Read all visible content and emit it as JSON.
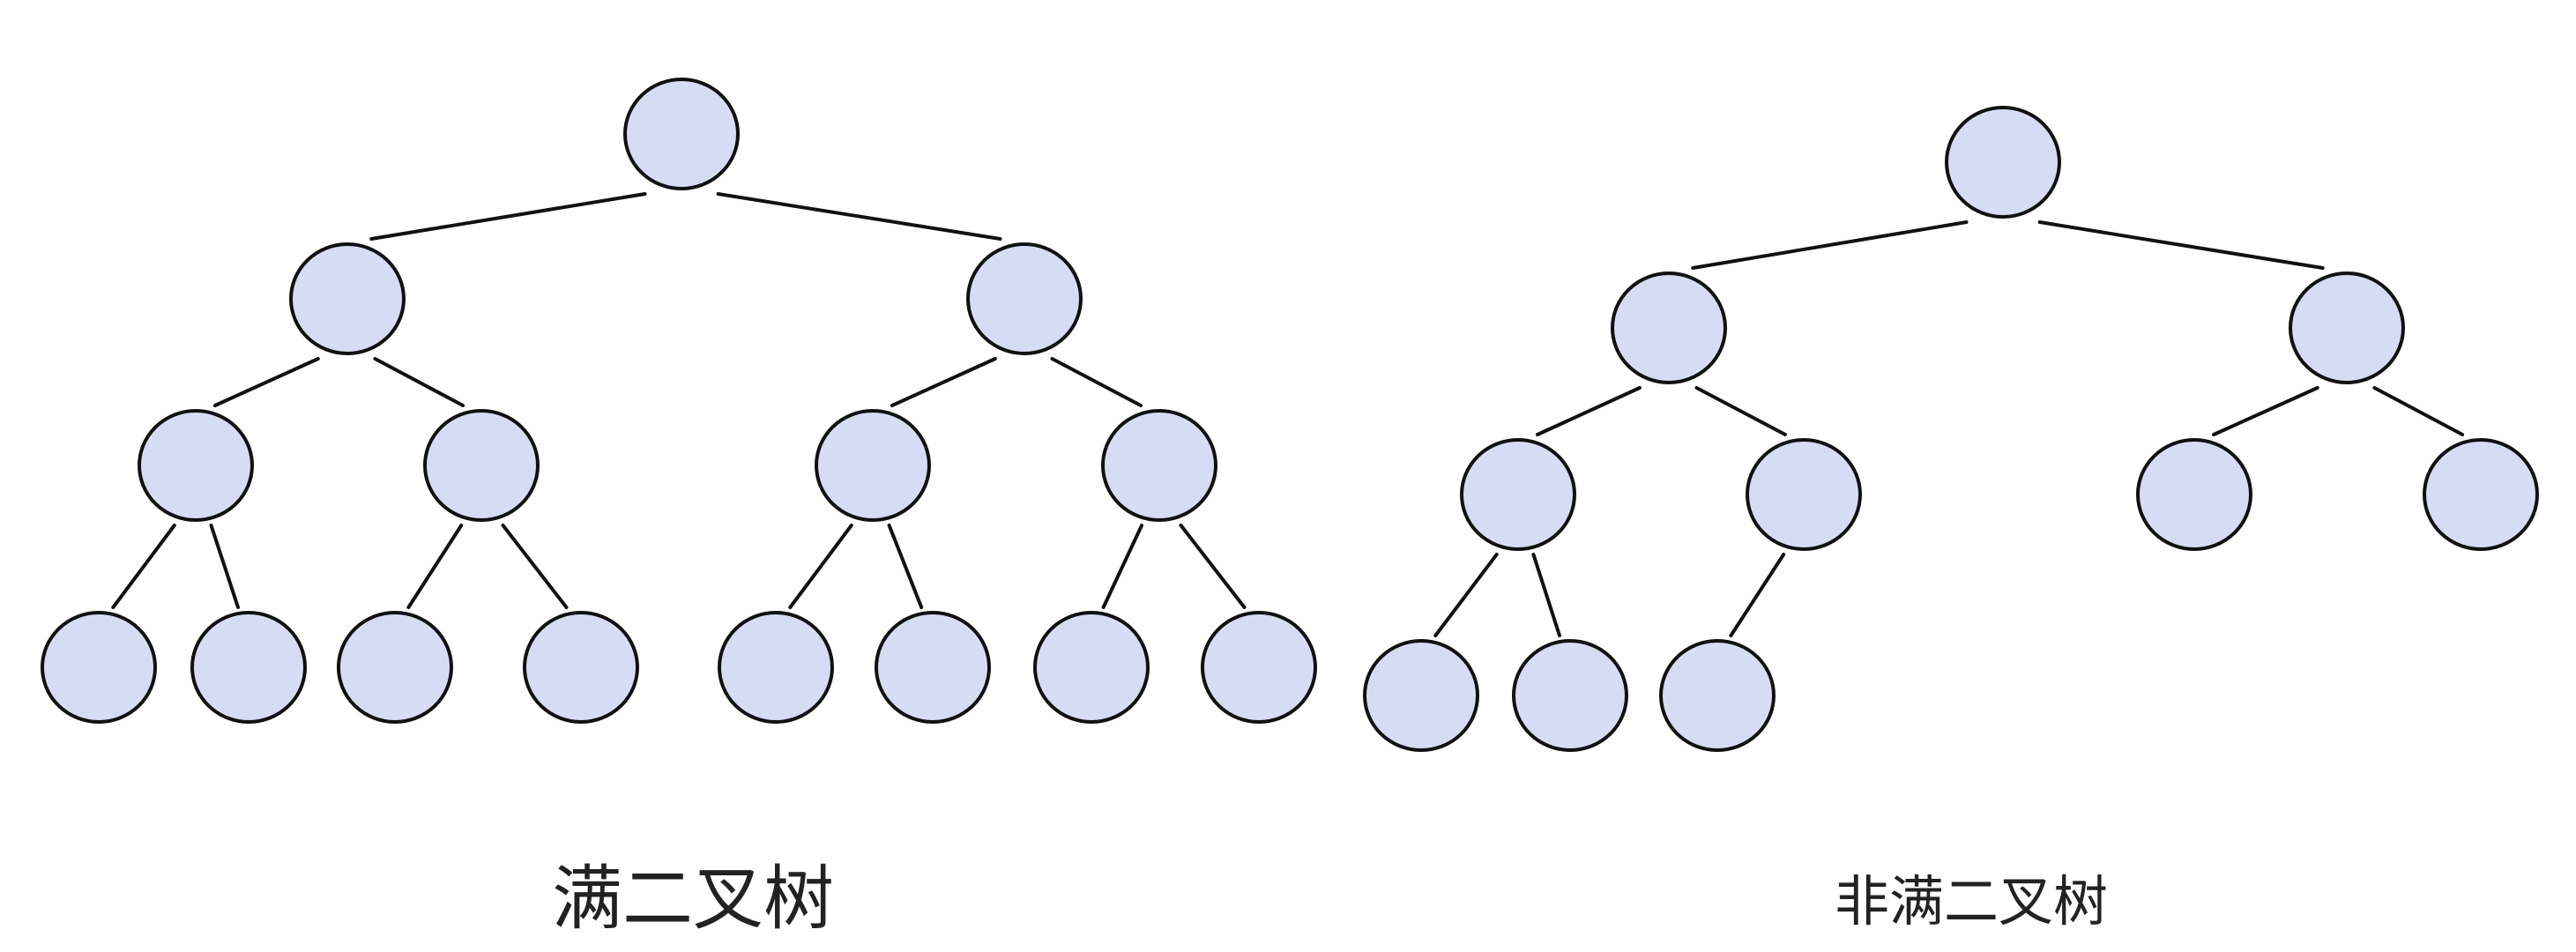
{
  "colors": {
    "node_fill": "#d6dcf3",
    "stroke": "#111111",
    "caption": "#222222"
  },
  "full_tree": {
    "caption": "满二叉树",
    "node_count": 15,
    "depth": 4
  },
  "nonfull_tree": {
    "caption": "非满二叉树",
    "node_count": 10,
    "depth": 4
  }
}
